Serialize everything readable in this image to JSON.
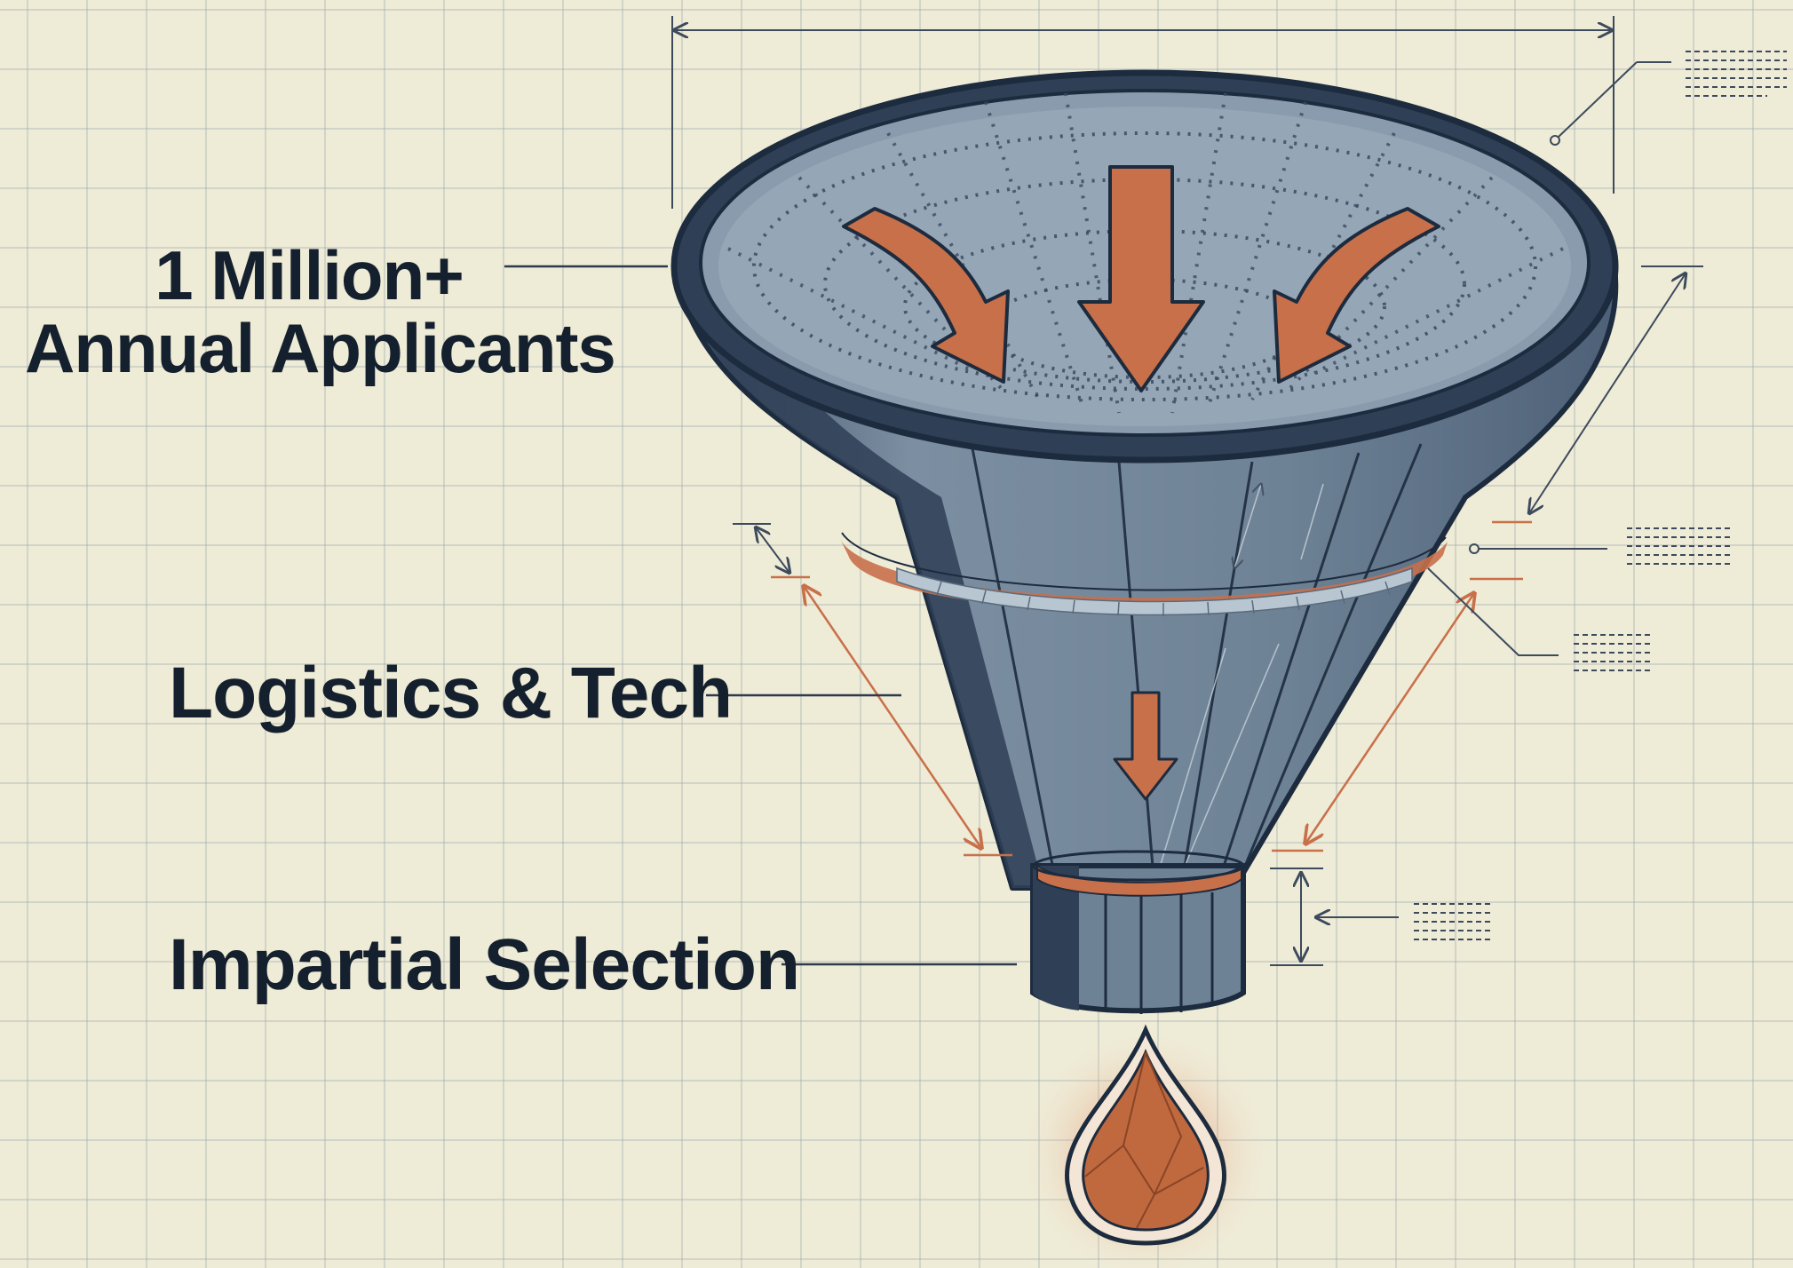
{
  "stages": [
    {
      "id": "applicants",
      "lines": [
        "1 Million+",
        "Annual Applicants"
      ]
    },
    {
      "id": "logistics",
      "lines": [
        "Logistics & Tech"
      ]
    },
    {
      "id": "selection",
      "lines": [
        "Impartial Selection"
      ]
    }
  ],
  "colors": {
    "background": "#eeebd6",
    "grid": "#a4b1b6",
    "funnel_body": "#6f8396",
    "funnel_dark": "#2f3f56",
    "outline": "#1d2b3e",
    "accent": "#c8704a",
    "text": "#15202e"
  },
  "icons": [
    "arrow-down-icon",
    "gem-droplet-icon",
    "dimension-arrow-icon",
    "note-lines-icon"
  ]
}
